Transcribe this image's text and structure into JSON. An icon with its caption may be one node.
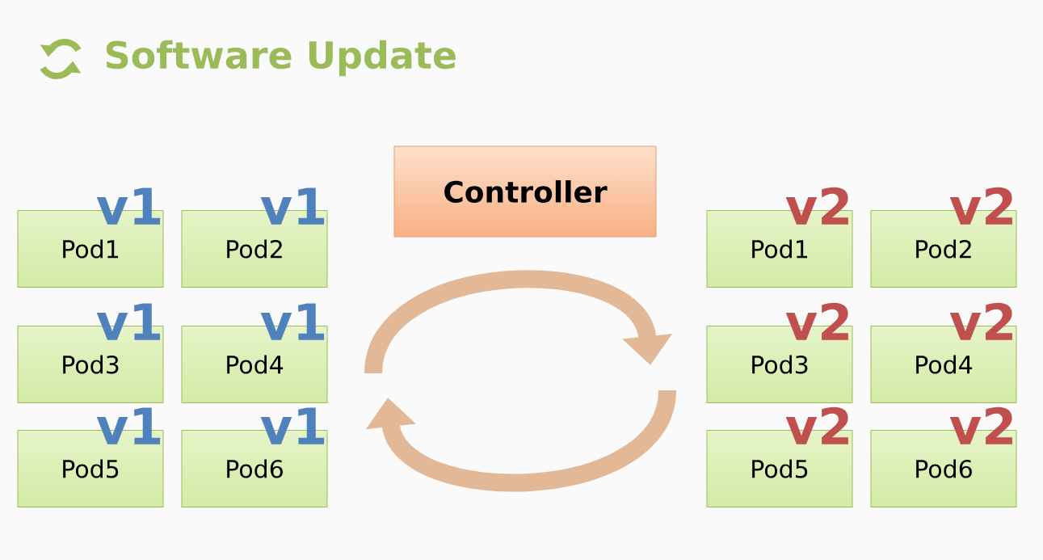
{
  "diagram": {
    "title": "Software Update",
    "nodes": [
      {
        "text": [
          "Controller"
        ]
      },
      {
        "text": [
          "Pod1"
        ],
        "beside": [
          "v1"
        ]
      },
      {
        "text": [
          "Pod2"
        ],
        "beside": [
          "v1"
        ]
      },
      {
        "text": [
          "Pod3"
        ],
        "beside": [
          "v1"
        ]
      },
      {
        "text": [
          "Pod4"
        ],
        "beside": [
          "v1"
        ]
      },
      {
        "text": [
          "Pod5"
        ],
        "beside": [
          "v1"
        ]
      },
      {
        "text": [
          "Pod6"
        ],
        "beside": [
          "v1"
        ]
      },
      {
        "text": [
          "Pod1"
        ],
        "beside": [
          "v2"
        ]
      },
      {
        "text": [
          "Pod2"
        ],
        "beside": [
          "v2"
        ]
      },
      {
        "text": [
          "Pod3"
        ],
        "beside": [
          "v2"
        ]
      },
      {
        "text": [
          "Pod4"
        ],
        "beside": [
          "v2"
        ]
      },
      {
        "text": [
          "Pod5"
        ],
        "beside": [
          "v2"
        ]
      },
      {
        "text": [
          "Pod6"
        ],
        "beside": [
          "v2"
        ]
      }
    ]
  }
}
